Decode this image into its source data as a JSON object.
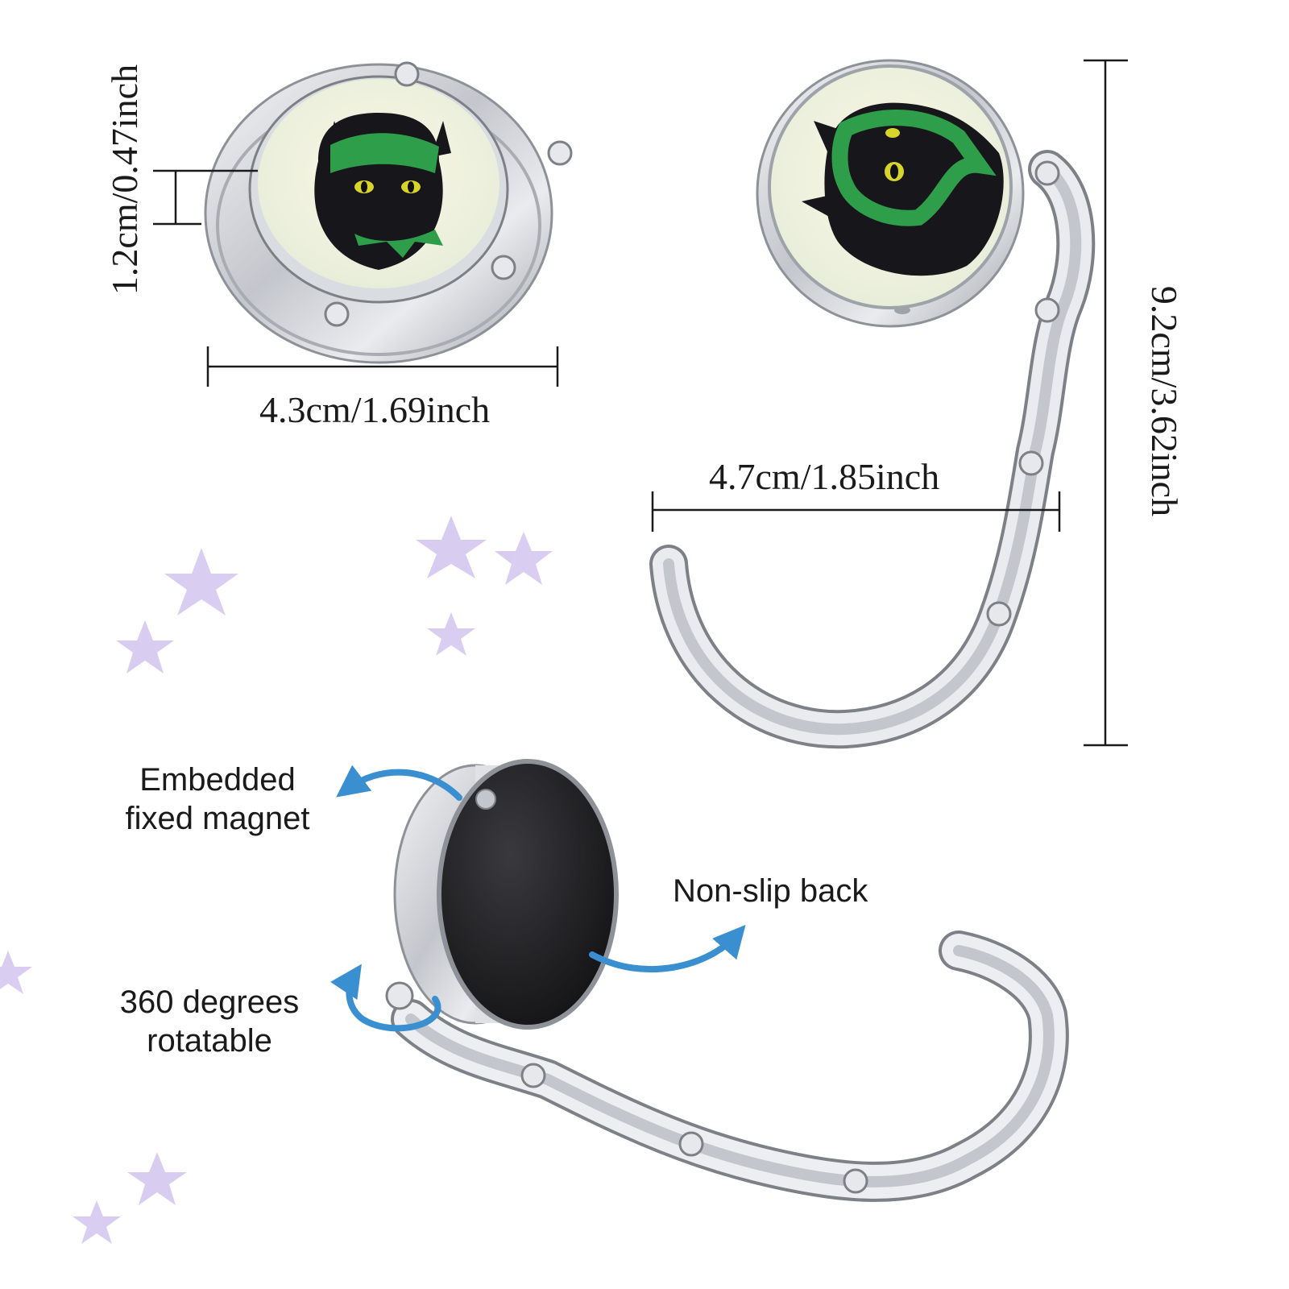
{
  "dimensions": {
    "thickness": "1.2cm/0.47inch",
    "diameter": "4.3cm/1.69inch",
    "hook_width": "4.7cm/1.85inch",
    "height": "9.2cm/3.62inch"
  },
  "features": {
    "magnet": [
      "Embedded",
      "fixed magnet"
    ],
    "back": "Non-slip back",
    "rotation": [
      "360 degrees",
      "rotatable"
    ]
  },
  "colors": {
    "metal": "#c9ccd1",
    "arrow": "#3a8fd0",
    "scarf": "#2e9e4a",
    "stars": "#b9a6e6",
    "backing": "#1f1f22"
  }
}
